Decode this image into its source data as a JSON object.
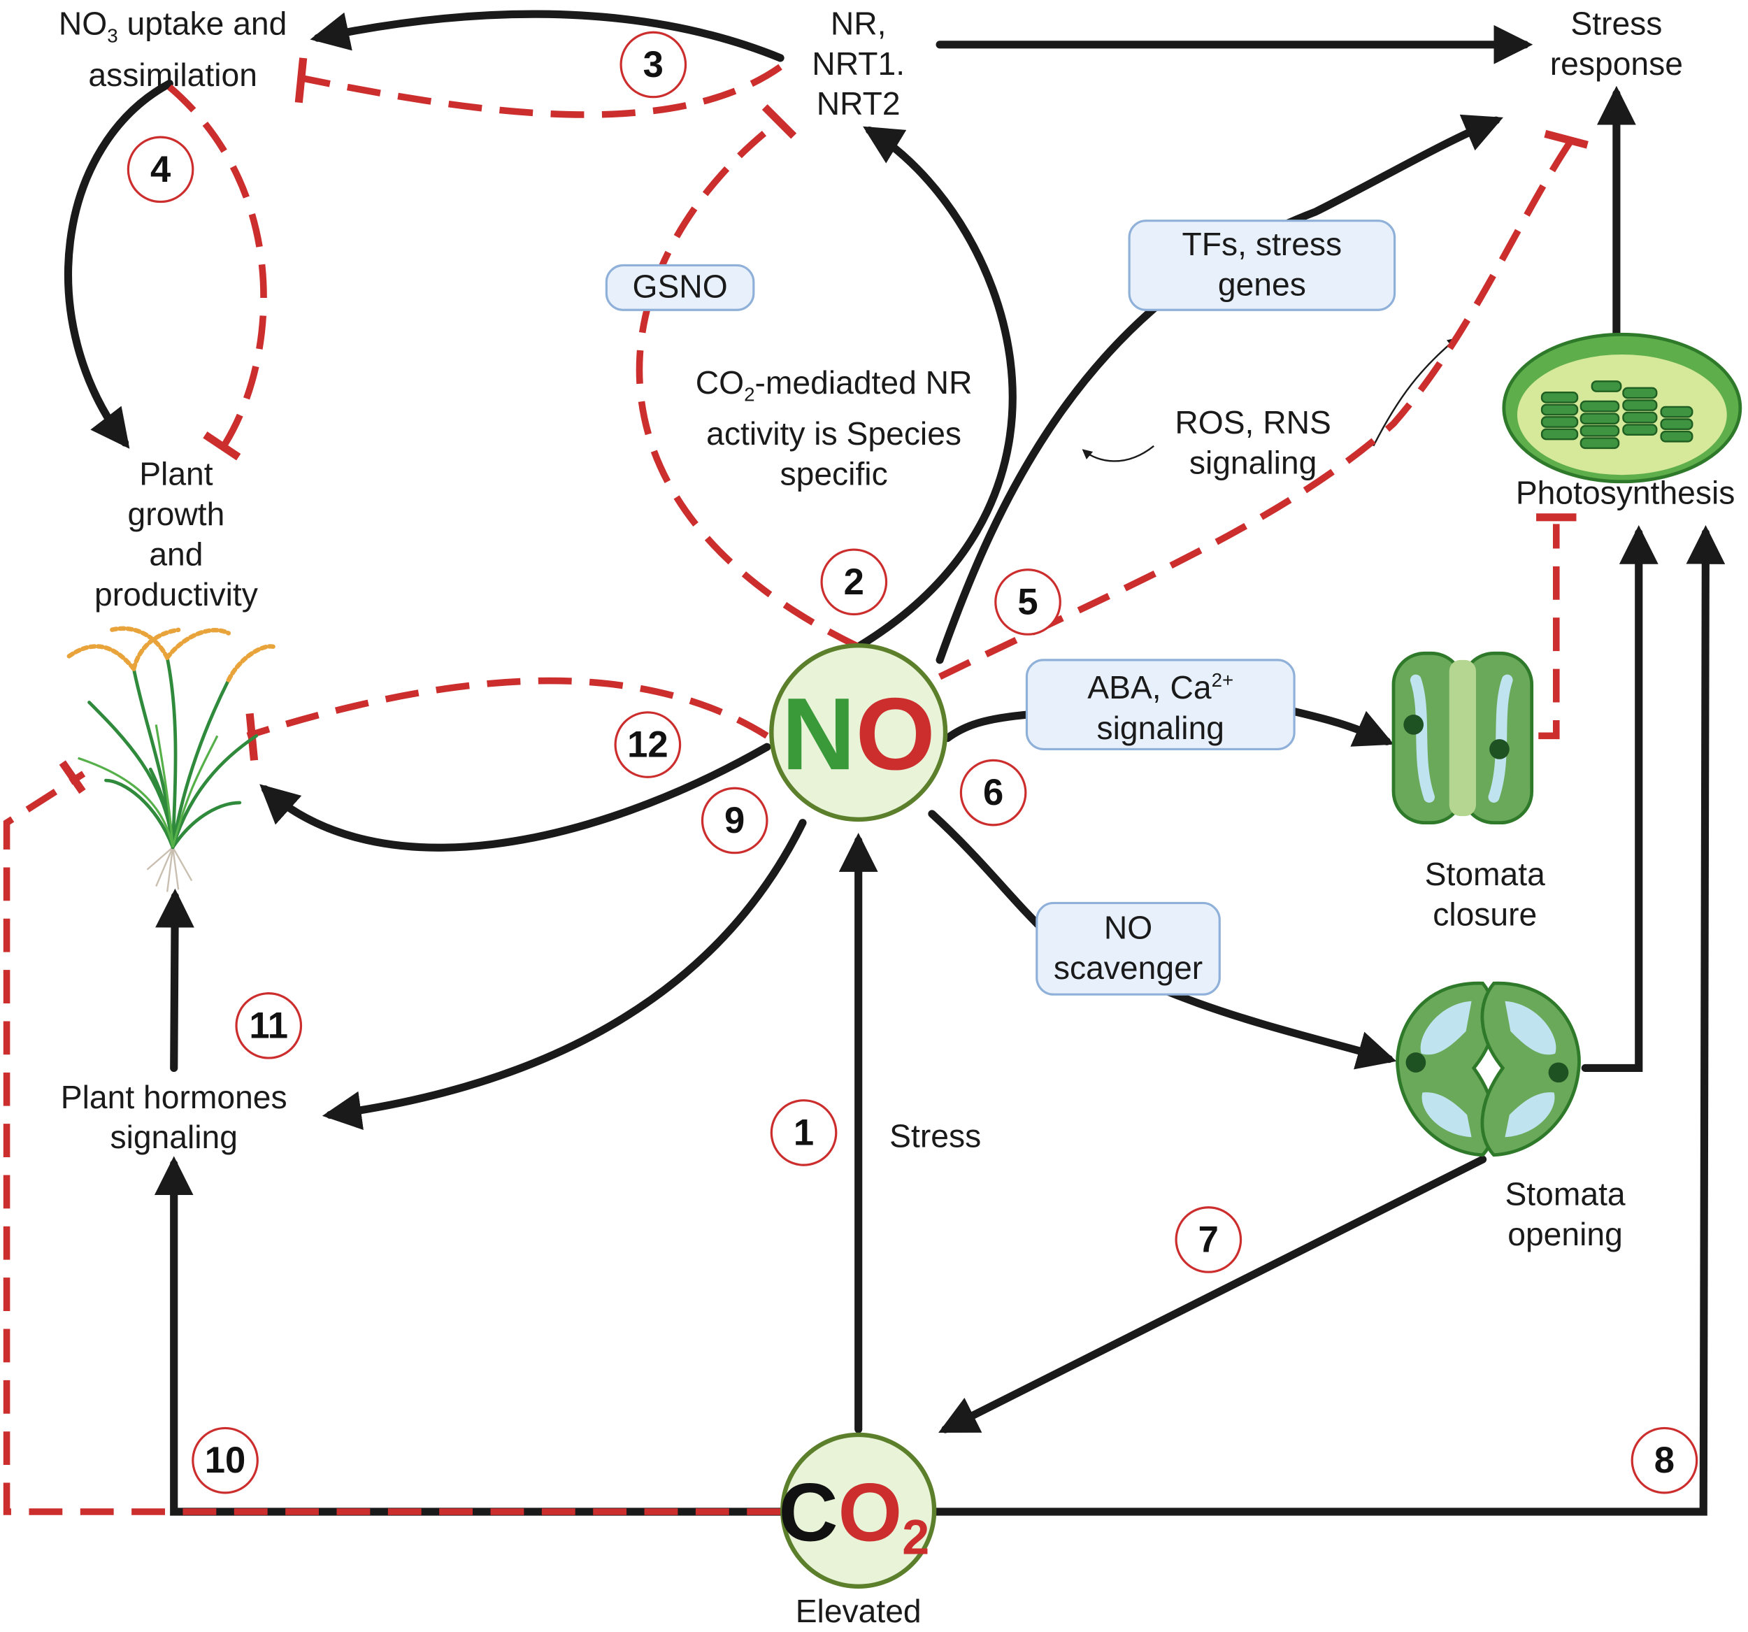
{
  "nodes": {
    "no3": {
      "line1": "uptake and",
      "line2": "assimilation"
    },
    "nr": {
      "line1": "NR,",
      "line2": "NRT1.",
      "line3": "NRT2"
    },
    "stress_response": {
      "line1": "Stress",
      "line2": "response"
    },
    "plant_growth": {
      "line1": "Plant",
      "line2": "growth",
      "line3": "and",
      "line4": "productivity"
    },
    "photosynthesis": "Photosynthesis",
    "stomata_closure": {
      "line1": "Stomata",
      "line2": "closure"
    },
    "stomata_opening": {
      "line1": "Stomata",
      "line2": "opening"
    },
    "plant_hormones": {
      "line1": "Plant hormones",
      "line2": "signaling"
    },
    "no_center": {
      "n": "N",
      "o": "O"
    },
    "co2": {
      "c": "C",
      "o": "O",
      "sub": "2"
    },
    "elevated": "Elevated",
    "stress": "Stress"
  },
  "annotations": {
    "co2_nr": {
      "line1_rest": "-mediadted NR",
      "line2": "activity is Species",
      "line3": "specific"
    },
    "ros_rns": {
      "line1": "ROS, RNS",
      "line2": "signaling"
    }
  },
  "boxes": {
    "gsno": "GSNO",
    "tfs": {
      "line1": "TFs, stress",
      "line2": "genes"
    },
    "aba": {
      "line1_pre": "ABA, Ca",
      "line1_sup": "2+",
      "line2": "signaling"
    },
    "no_scavenger": {
      "line1": "NO",
      "line2": "scavenger"
    }
  },
  "chemistry": {
    "no3": "NO",
    "no3_sub": "3",
    "co2": "CO",
    "co2_sub": "2"
  },
  "step_numbers": [
    "1",
    "2",
    "3",
    "4",
    "5",
    "6",
    "7",
    "8",
    "9",
    "10",
    "11",
    "12"
  ],
  "colors": {
    "activation": "#1a1a1a",
    "inhibition": "#cc2d2d",
    "no_n": "#3a9a3a",
    "no_o": "#cc2d2d",
    "node_fill": "#e8f3d8",
    "node_border": "#5c7f2c",
    "box_fill": "#e7f0fb"
  }
}
